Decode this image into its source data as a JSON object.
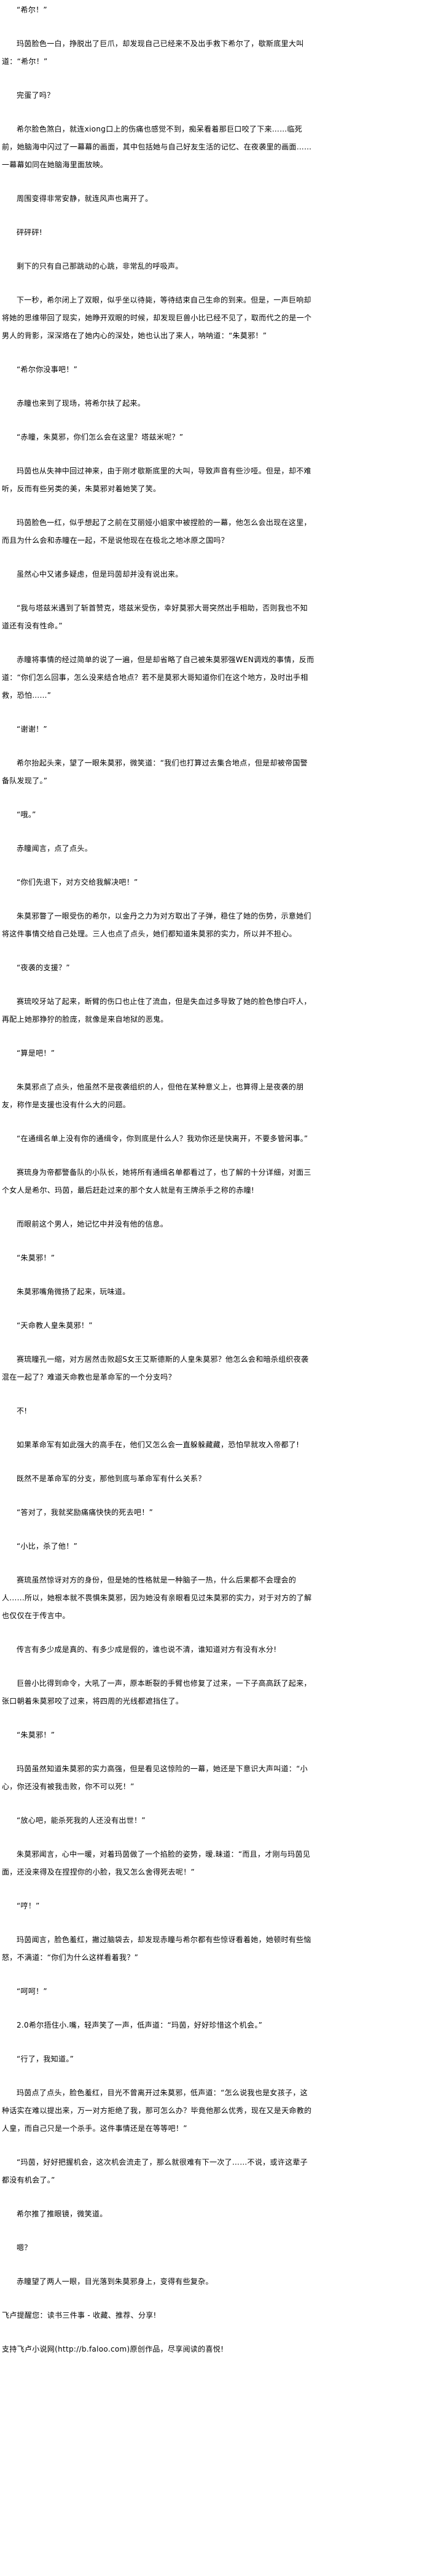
{
  "paragraphs": [
    "“希尔！”",
    "玛茵脸色一白，挣脱出了巨爪，却发现自己已经来不及出手救下希尔了，歇斯底里大叫道：“希尔！”",
    "完蛋了吗？",
    "希尔脸色煞白，就连xiong口上的伤痛也感觉不到，痴呆看着那巨口咬了下来……临死前，她脑海中闪过了一幕幕的画面，其中包括她与自己好友生活的记忆、在夜袭里的画面……一幕幕如同在她脑海里面放映。",
    "周围变得非常安静，就连风声也离开了。",
    "砰砰砰!",
    "剩下的只有自己那跳动的心跳，非常乱的呼吸声。",
    "下一秒，希尔闭上了双眼，似乎坐以待毙，等待结束自己生命的到来。但是，一声巨响却将她的思维带回了现实，她睁开双眼的时候，却发现巨兽小比已经不见了，取而代之的是一个男人的背影，深深烙在了她内心的深处，她也认出了来人，呐呐道：“朱莫邪！”",
    "“希尔你没事吧！”",
    "赤瞳也来到了现场，将希尔扶了起来。",
    "“赤瞳，朱莫邪，你们怎么会在这里？塔兹米呢？”",
    "玛茵也从失神中回过神来，由于刚才歇斯底里的大叫，导致声音有些沙哑。但是，却不难听，反而有些另类的美，朱莫邪对着她笑了笑。",
    "玛茵脸色一红，似乎想起了之前在艾丽娅小姐家中被捏脸的一幕，他怎么会出现在这里，而且为什么会和赤瞳在一起，不是说他现在在极北之地冰原之国吗？",
    "虽然心中又诸多疑虑，但是玛茵却并没有说出来。",
    "“我与塔兹米遇到了斩首赞克，塔兹米受伤，幸好莫邪大哥突然出手相助，否则我也不知道还有没有性命。”",
    "赤瞳将事情的经过简单的说了一遍，但是却省略了自己被朱莫邪强WEN调戏的事情，反而道：“你们怎么回事，怎么没来结合地点？若不是莫邪大哥知道你们在这个地方，及时出手相救，恐怕……”",
    "“谢谢！”",
    "希尔抬起头来，望了一眼朱莫邪，微笑道：“我们也打算过去集合地点，但是却被帝国警备队发现了。”",
    "“哦。”",
    "赤瞳闻言，点了点头。",
    "“你们先退下，对方交给我解决吧！”",
    "朱莫邪瞥了一眼受伤的希尔，以金丹之力为对方取出了子弹，稳住了她的伤势，示意她们将这件事情交给自己处理。三人也点了点头，她们都知道朱莫邪的实力，所以并不担心。",
    "“夜袭的支援？”",
    "赛琉咬牙站了起来，断臂的伤口也止住了流血，但是失血过多导致了她的脸色惨白吓人，再配上她那狰狞的脸庞，就像是来自地狱的恶鬼。",
    "“算是吧！”",
    "朱莫邪点了点头，他虽然不是夜袭组织的人，但他在某种意义上，也算得上是夜袭的朋友，称作是支援也没有什么大的问题。",
    "“在通缉名单上没有你的通缉令，你到底是什么人？我劝你还是快离开，不要多管闲事。”",
    "赛琉身为帝都警备队的小队长，她将所有通缉名单都看过了，也了解的十分详细，对面三个女人是希尔、玛茵，最后赶赴过来的那个女人就是有王牌杀手之称的赤瞳!",
    "而眼前这个男人，她记忆中并没有他的信息。",
    "“朱莫邪！”",
    "朱莫邪嘴角微扬了起来，玩味道。",
    "“天命教人皇朱莫邪！”",
    "赛琉瞳孔一缩，对方居然击败超S女王艾斯德斯的人皇朱莫邪？他怎么会和暗杀组织夜袭混在一起了？难道天命教也是革命军的一个分支吗？",
    "不!",
    "如果革命军有如此强大的高手在，他们又怎么会一直躲躲藏藏，恐怕早就攻入帝都了!",
    "既然不是革命军的分支，那他到底与革命军有什么关系？",
    "“答对了，我就奖励痛痛快快的死去吧！”",
    "“小比，杀了他！”",
    "赛琉虽然惊讶对方的身份，但是她的性格就是一种脑子一热，什么后果都不会理会的人......所以，她根本就不畏惧朱莫邪，因为她没有亲眼看见过朱莫邪的实力，对于对方的了解也仅仅在于传言中。",
    "传言有多少成是真的、有多少成是假的，谁也说不清，谁知道对方有没有水分!",
    "巨兽小比得到命令，大吼了一声，原本断裂的手臂也修复了过来，一下子高高跃了起来，张口朝着朱莫邪咬了过来，将四周的光线都遮挡住了。",
    "“朱莫邪！”",
    "玛茵虽然知道朱莫邪的实力高强，但是看见这惊险的一幕，她还是下意识大声叫道：“小心，你还没有被我击败，你不可以死！”",
    "“放心吧，能杀死我的人还没有出世！”",
    "朱莫邪闻言，心中一暖，对着玛茵做了一个掐脸的姿势，暧.昧道：“而且，才刚与玛茵见面，还没来得及在捏捏你的小脸，我又怎么舍得死去呢！”",
    "“哼！”",
    "玛茵闻言，脸色羞红，撇过脑袋去，却发现赤瞳与希尔都有些惊讶看着她，她顿时有些恼怒，不满道：“你们为什么这样看着我？”",
    "“呵呵！”",
    "2.0希尔捂住小.嘴，轻声笑了一声，低声道：“玛茵，好好珍惜这个机会。”",
    "“行了，我知道。”",
    "玛茵点了点头，脸色羞红，目光不曾离开过朱莫邪，低声道：“怎么说我也是女孩子，这种话实在难以提出来，万一对方拒绝了我，那可怎么办？毕竟他那么优秀，现在又是天命教的人皇，而自己只是一个杀手。这件事情还是在等等吧！”",
    "“玛茵，好好把握机会，这次机会流走了，那么就很难有下一次了……不说，或许这辈子都没有机会了。”",
    "希尔推了推眼镜，微笑道。",
    "嗯？",
    "赤瞳望了两人一眼，目光落到朱莫邪身上，变得有些复杂。"
  ],
  "footer": {
    "reminder": "飞卢提醒您：读书三件事 - 收藏、推荐、分享!",
    "support": "支持飞卢小说网(http://b.faloo.com)原创作品，尽享阅读的喜悦!"
  }
}
